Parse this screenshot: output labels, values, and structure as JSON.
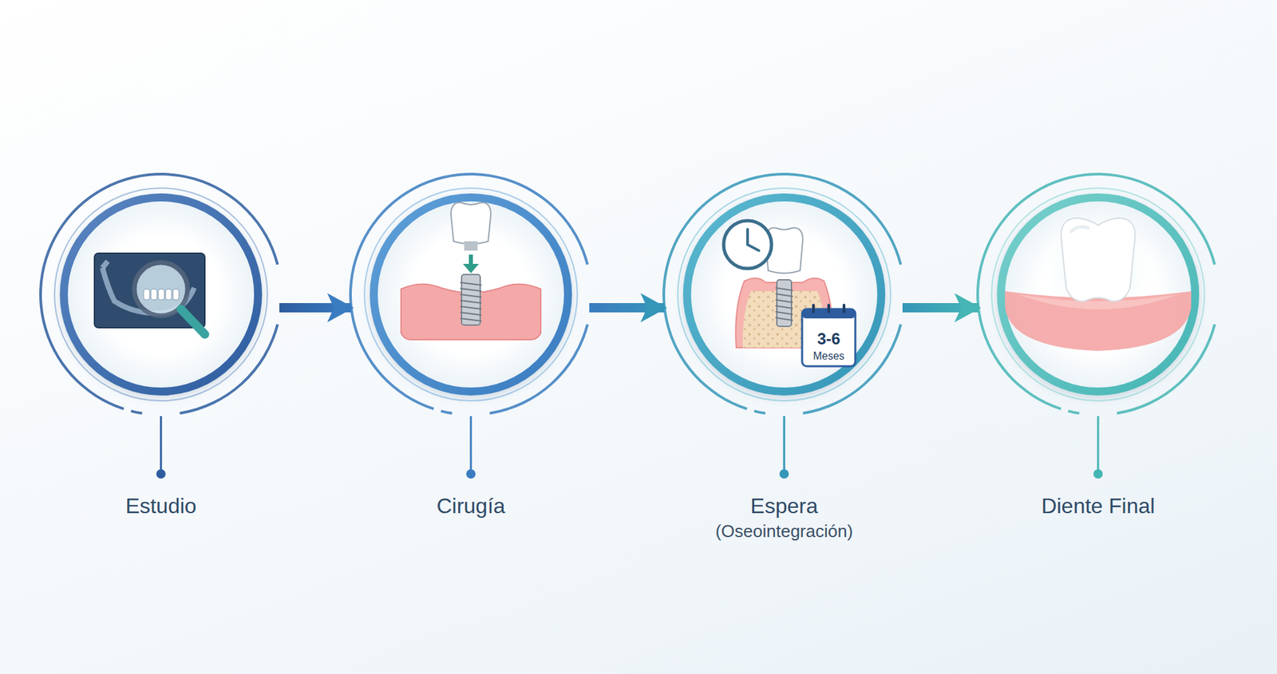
{
  "diagram": {
    "nodes": [
      {
        "text": [
          "Estudio"
        ]
      },
      {
        "text": [
          "Cirugía"
        ]
      },
      {
        "text": [
          "Espera",
          "(Oseointegración)"
        ]
      },
      {
        "text": [
          "Diente Final"
        ]
      }
    ],
    "edges": [
      {
        "from": 0,
        "to": 1,
        "arrow": "to"
      },
      {
        "from": 1,
        "to": 2,
        "arrow": "to"
      },
      {
        "from": 2,
        "to": 3,
        "arrow": "to"
      }
    ],
    "labels": [
      "3-6",
      "Meses"
    ]
  }
}
